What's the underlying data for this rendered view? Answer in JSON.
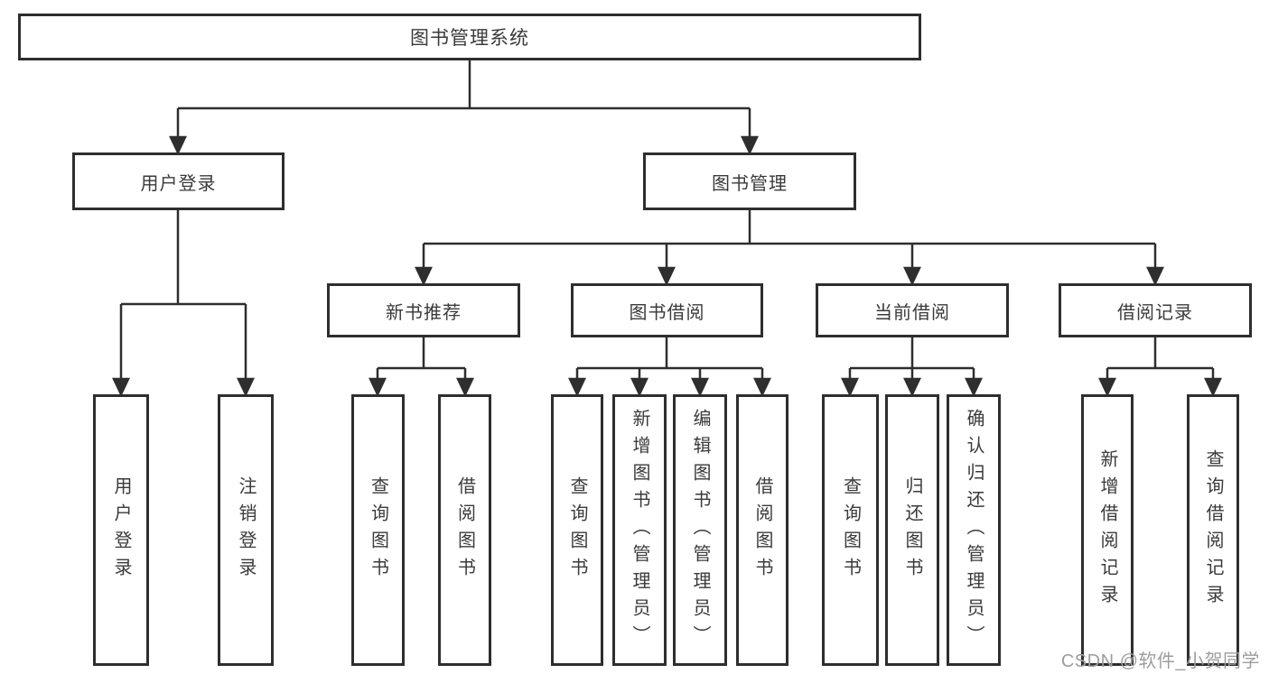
{
  "tree": {
    "root": {
      "label": "图书管理系统"
    },
    "user_login_branch": {
      "label": "用户登录",
      "children": [
        {
          "label": "用户登录"
        },
        {
          "label": "注销登录"
        }
      ]
    },
    "book_mgmt_branch": {
      "label": "图书管理",
      "groups": [
        {
          "label": "新书推荐",
          "children": [
            {
              "label": "查询图书"
            },
            {
              "label": "借阅图书"
            }
          ]
        },
        {
          "label": "图书借阅",
          "children": [
            {
              "label": "查询图书"
            },
            {
              "label": "新增图书（管理员）"
            },
            {
              "label": "编辑图书（管理员）"
            },
            {
              "label": "借阅图书"
            }
          ]
        },
        {
          "label": "当前借阅",
          "children": [
            {
              "label": "查询图书"
            },
            {
              "label": "归还图书"
            },
            {
              "label": "确认归还（管理员）"
            }
          ]
        },
        {
          "label": "借阅记录",
          "children": [
            {
              "label": "新增借阅记录"
            },
            {
              "label": "查询借阅记录"
            }
          ]
        }
      ]
    }
  },
  "watermark": "CSDN @软件_小贺同学",
  "colors": {
    "line": "#2e2e2e",
    "text": "#3a3a3a",
    "watermark": "#9d9d9d",
    "background": "#ffffff"
  }
}
